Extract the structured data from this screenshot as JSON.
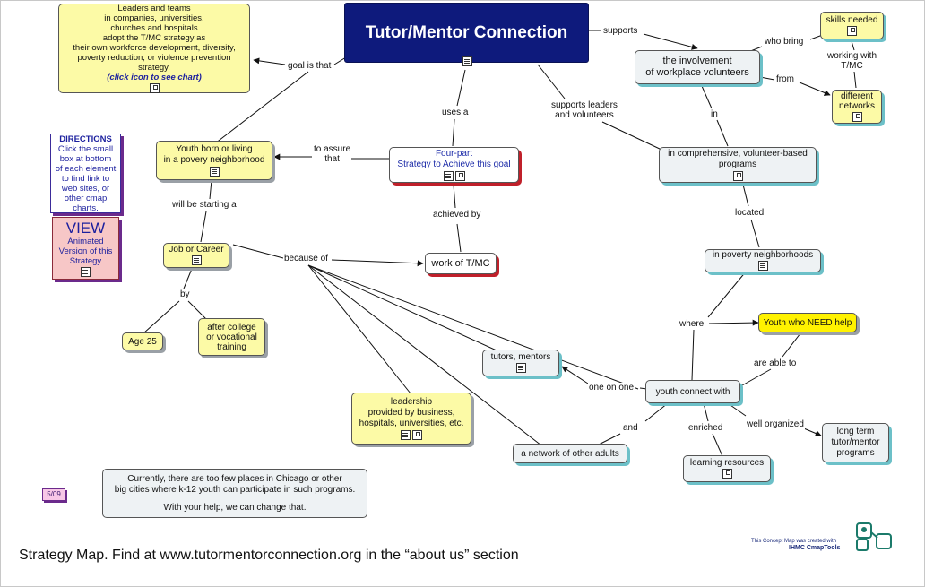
{
  "nodes": {
    "title": {
      "text": "Tutor/Mentor Connection"
    },
    "leaders": {
      "line1": "Leaders and teams",
      "line2": "in companies, universities,",
      "line3": "churches and hospitals",
      "line4": "adopt the T/MC strategy as",
      "line5": "their own workforce development, diversity,",
      "line6": "poverty reduction, or violence prevention",
      "line7": "strategy.",
      "line8": "(click icon to see chart)"
    },
    "skills": {
      "text": "skills needed"
    },
    "involvement": {
      "line1": "the involvement",
      "line2": "of workplace volunteers"
    },
    "networks": {
      "line1": "different",
      "line2": "networks"
    },
    "directions": {
      "line1": "DIRECTIONS",
      "line2": "Click the small",
      "line3": "box at bottom",
      "line4": "of each element",
      "line5": "to find link to",
      "line6": "web sites, or",
      "line7": "other cmap",
      "line8": "charts."
    },
    "view": {
      "line1": "VIEW",
      "line2": "Animated",
      "line3": "Version of this",
      "line4": "Strategy"
    },
    "youth_born": {
      "line1": "Youth born or living",
      "line2": "in a povery neighborhood"
    },
    "four_part": {
      "line1": "Four-part",
      "line2": "Strategy to Achieve this goal"
    },
    "comprehensive": {
      "line1": "in comprehensive, volunteer-based",
      "line2": "programs"
    },
    "job_career": {
      "text": "Job or Career"
    },
    "work_tmc": {
      "text": "work of T/MC"
    },
    "poverty_neighborhoods": {
      "text": "in poverty neighborhoods"
    },
    "age25": {
      "text": "Age 25"
    },
    "after_college": {
      "line1": "after college",
      "line2": "or vocational",
      "line3": "training"
    },
    "youth_need": {
      "text": "Youth who NEED help"
    },
    "tutors": {
      "text": "tutors, mentors"
    },
    "youth_connect": {
      "text": "youth connect with"
    },
    "leadership": {
      "line1": "leadership",
      "line2": "provided by business,",
      "line3": "hospitals, universities, etc."
    },
    "long_term": {
      "line1": "long term",
      "line2": "tutor/mentor",
      "line3": "programs"
    },
    "network_adults": {
      "text": "a network of other adults"
    },
    "learning": {
      "text": "learning resources"
    },
    "bottom_note": {
      "line1": "Currently, there are too few places in Chicago or other",
      "line2": "big cities where k-12 youth can participate in such programs.",
      "line3": "With your help, we can change that."
    }
  },
  "links": {
    "supports": "supports",
    "who_bring": "who bring",
    "working_with": {
      "line1": "working with",
      "line2": "T/MC"
    },
    "from": "from",
    "goal_is_that": "goal is that",
    "uses_a": "uses a",
    "supports_leaders": {
      "line1": "supports leaders",
      "line2": "and volunteers"
    },
    "in": "in",
    "to_assure": {
      "line1": "to assure",
      "line2": "that"
    },
    "will_be_starting": "will be starting a",
    "achieved_by": "achieved by",
    "located": "located",
    "because_of": "because of",
    "by": "by",
    "where": "where",
    "are_able_to": "are able to",
    "one_on_one": "one on one",
    "and": "and",
    "enriched": "enriched",
    "well_organized": "well organized"
  },
  "date_tag": "5/09",
  "credit": {
    "line1": "This Concept Map was created with",
    "line2": "IHMC CmapTools"
  },
  "footer_caption": "Strategy Map. Find at www.tutormentorconnection.org in the “about us” section",
  "colors": {
    "title_bg": "#0e1a7c",
    "node_yellow": "#fcfaa6",
    "node_gray": "#eef2f4",
    "youth_need": "#fff200",
    "shadow_teal": "#6cc0c8",
    "shadow_red": "#c0202a"
  },
  "icons": [
    "document-icon",
    "concept-map-icon",
    "cmaptools-logo-icon"
  ]
}
